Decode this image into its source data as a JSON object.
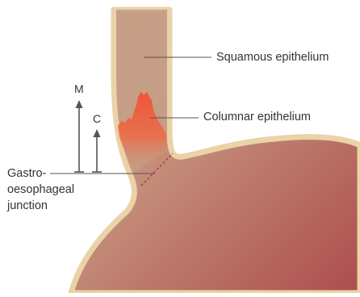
{
  "diagram": {
    "labels": {
      "squamous": "Squamous epithelium",
      "columnar": "Columnar epithelium",
      "gej_line1": "Gastro-",
      "gej_line2": "oesophageal",
      "gej_line3": "junction",
      "m": "M",
      "c": "C"
    },
    "colors": {
      "wall": "#e9d3a7",
      "esophagus": "#c59d86",
      "stomach_light": "#c79a82",
      "stomach_dark": "#b25250",
      "columnar": "#ef5a3a",
      "arrow": "#555555",
      "leader": "#555555",
      "junction_line": "#b43a32"
    }
  }
}
